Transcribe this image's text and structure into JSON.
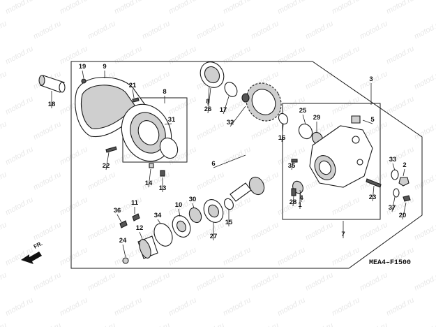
{
  "watermark": "motod.ru",
  "diagram_code": "MEA4–F1500",
  "direction_label": "FR.",
  "callouts": [
    "1",
    "2",
    "3",
    "4",
    "5",
    "6",
    "7",
    "8",
    "8",
    "9",
    "10",
    "11",
    "12",
    "13",
    "14",
    "15",
    "16",
    "17",
    "18",
    "19",
    "20",
    "21",
    "22",
    "23",
    "24",
    "25",
    "26",
    "27",
    "28",
    "29",
    "30",
    "31",
    "32",
    "33",
    "34",
    "35",
    "36",
    "37"
  ]
}
